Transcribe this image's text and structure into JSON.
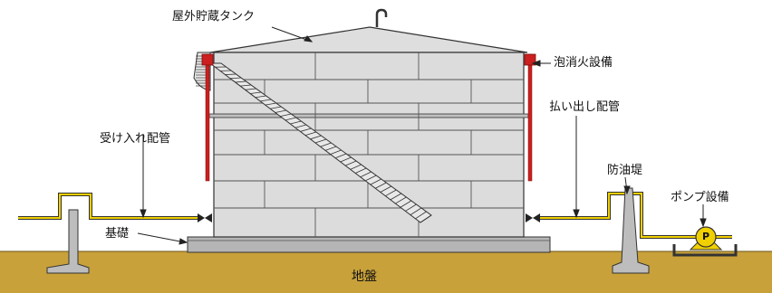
{
  "labels": {
    "tank": "屋外貯蔵タンク",
    "foam": "泡消火設備",
    "outlet": "払い出し配管",
    "inlet": "受け入れ配管",
    "dike": "防油堤",
    "pump": "ポンプ設備",
    "foundation": "基礎",
    "ground": "地盤",
    "pump_symbol": "P"
  },
  "colors": {
    "ground": "#c8a13a",
    "tank_fill": "#dcdcdc",
    "tank_line": "#333333",
    "pipe_yellow": "#f0d000",
    "foam_red": "#cc1f1f",
    "concrete": "#bdbdbd"
  }
}
